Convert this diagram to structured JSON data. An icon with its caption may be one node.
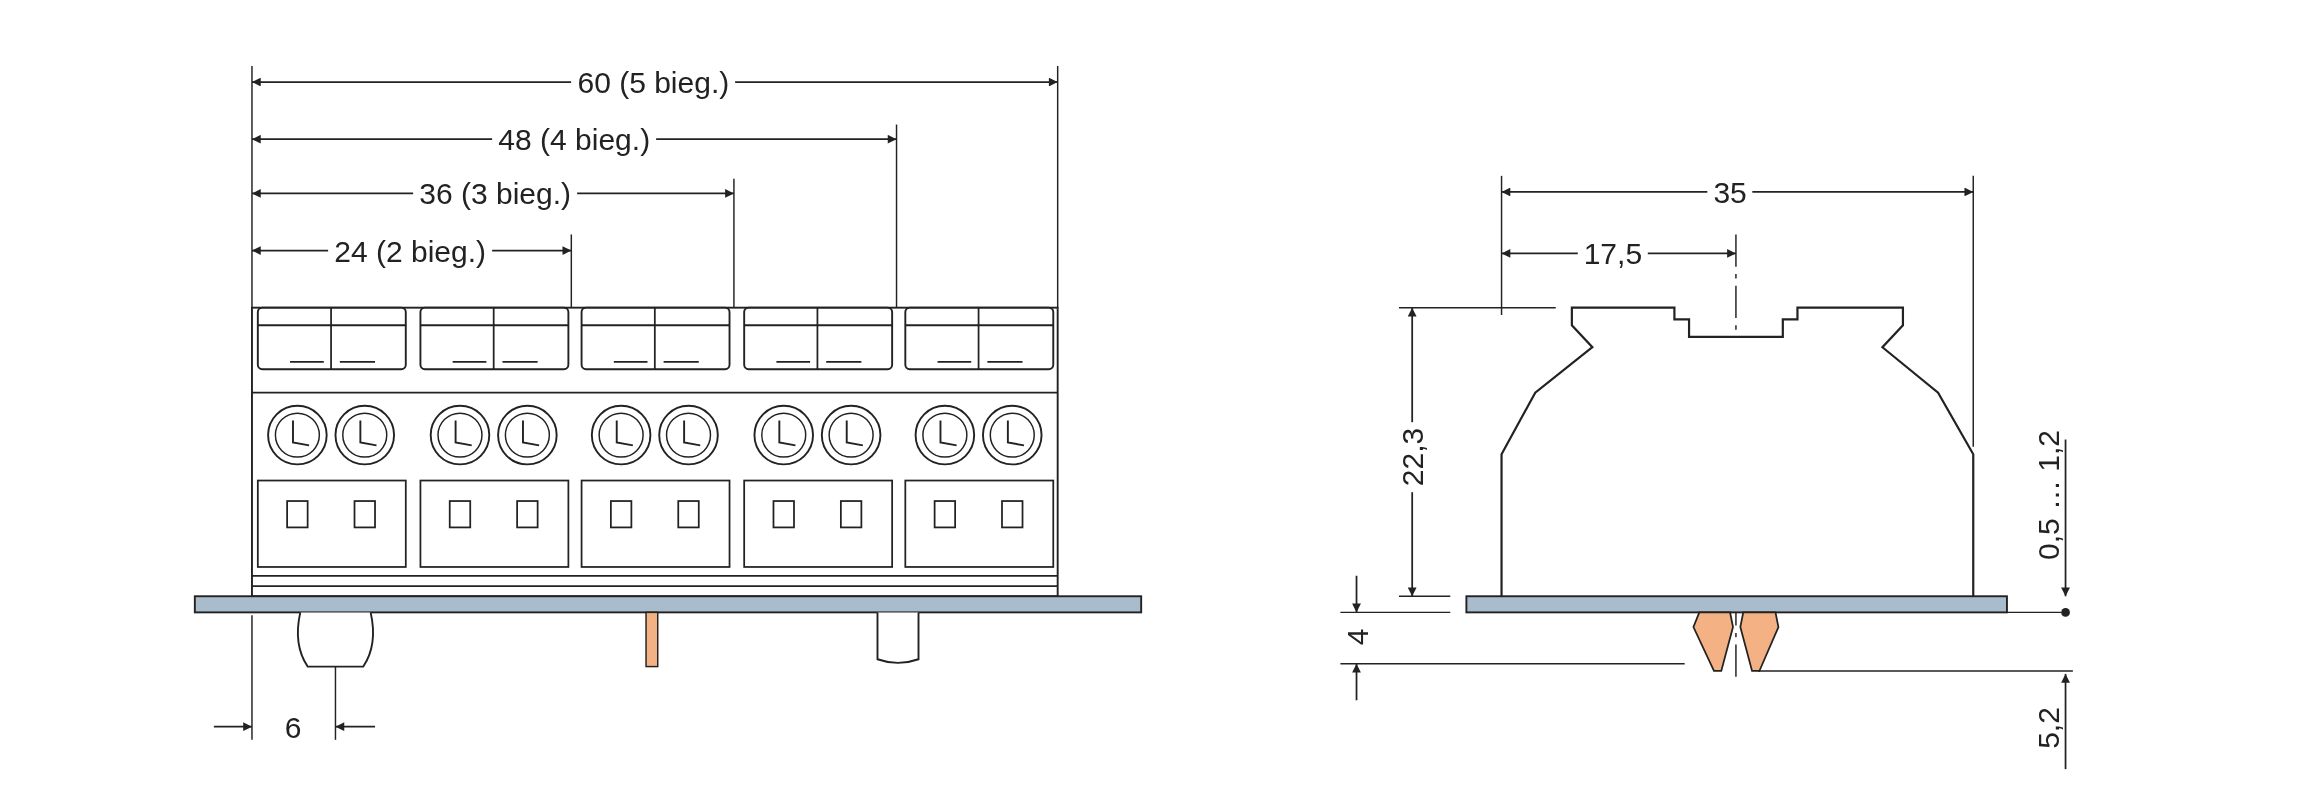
{
  "diagram": {
    "labels": [
      "60 (5 bieg.)",
      "48 (4 bieg.)",
      "36 (3 bieg.)",
      "24 (2 bieg.)",
      "35",
      "17,5",
      "22,3",
      "0,5 … 1,2",
      "4",
      "6",
      "5,2"
    ]
  }
}
